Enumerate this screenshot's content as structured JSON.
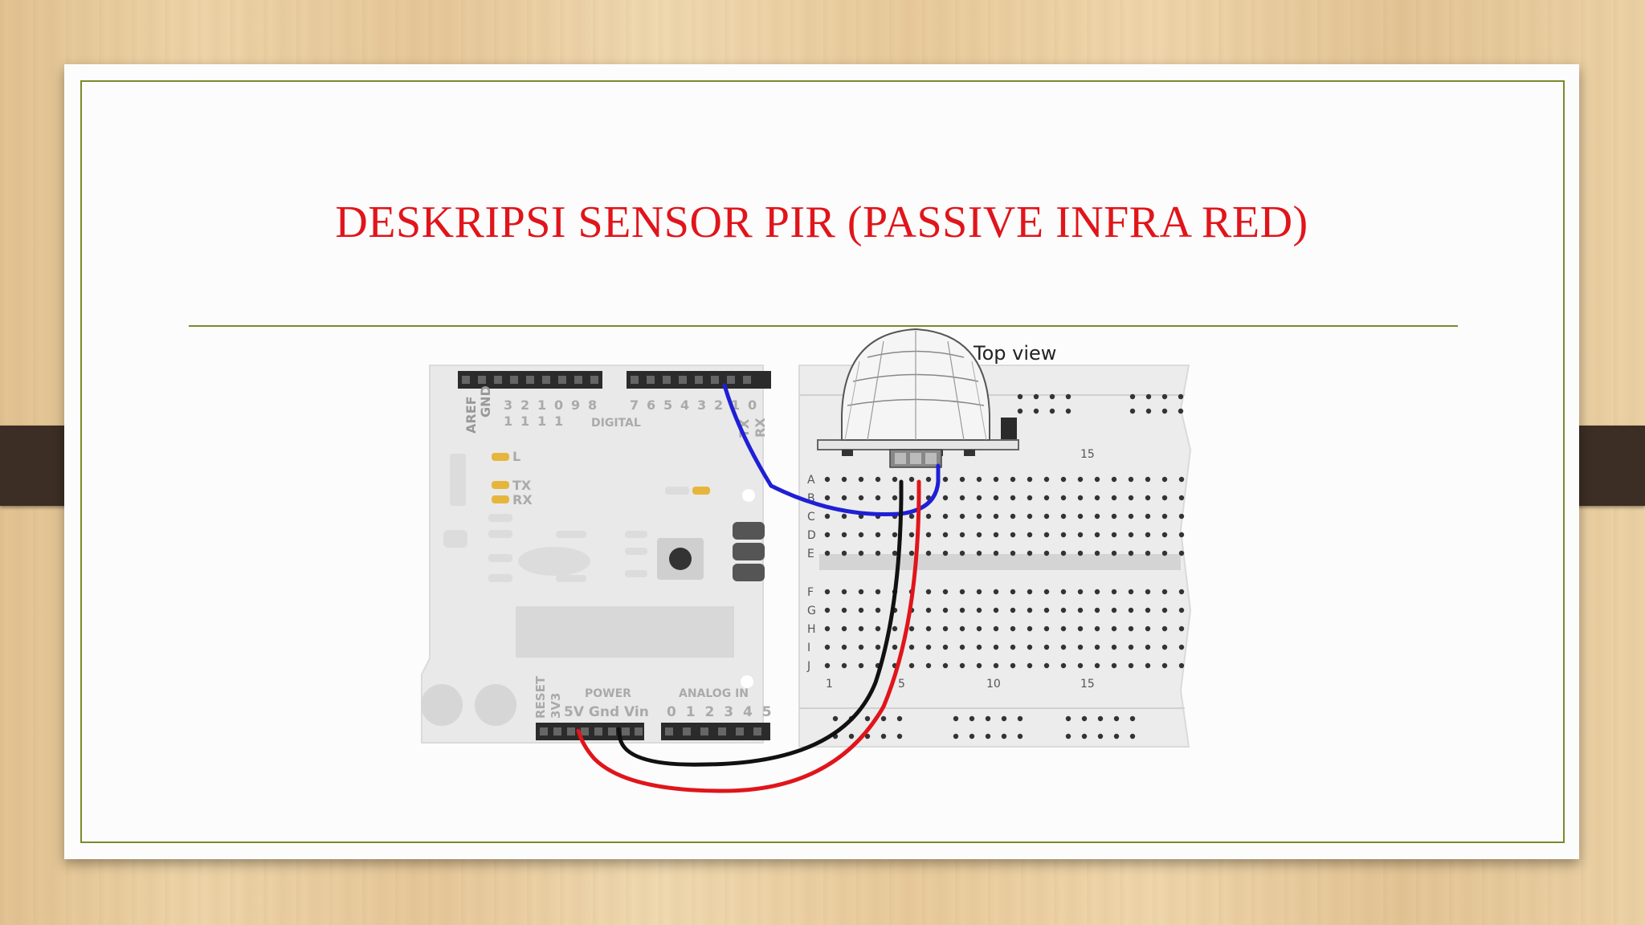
{
  "slide": {
    "title": "DESKRIPSI SENSOR PIR (PASSIVE INFRA RED)"
  },
  "diagram": {
    "top_view_label": "Top view",
    "arduino": {
      "aref": "AREF",
      "gnd": "GND",
      "digital_label": "DIGITAL",
      "digital_high": [
        "3",
        "2",
        "1",
        "0",
        "9",
        "8"
      ],
      "digital_tens": [
        "1",
        "1",
        "1",
        "1"
      ],
      "digital_low": [
        "7",
        "6",
        "5",
        "4",
        "3",
        "2",
        "1",
        "0"
      ],
      "tx_vertical": "TX",
      "rx_vertical": "RX",
      "led_l": "L",
      "led_tx": "TX",
      "led_rx": "RX",
      "reset": "RESET",
      "v33": "3V3",
      "power_label": "POWER",
      "power_pins": "5V Gnd Vin",
      "analog_label": "ANALOG IN",
      "analog_pins": "0 1 2 3 4 5"
    },
    "breadboard": {
      "rows_top": [
        "A",
        "B",
        "C",
        "D",
        "E"
      ],
      "rows_bottom": [
        "F",
        "G",
        "H",
        "I",
        "J"
      ],
      "col_top": "15",
      "col_bottom": [
        "1",
        "5",
        "10",
        "15"
      ]
    },
    "wires": {
      "signal_color": "#1f1fd6",
      "ground_color": "#111111",
      "power_color": "#e0151b"
    }
  }
}
